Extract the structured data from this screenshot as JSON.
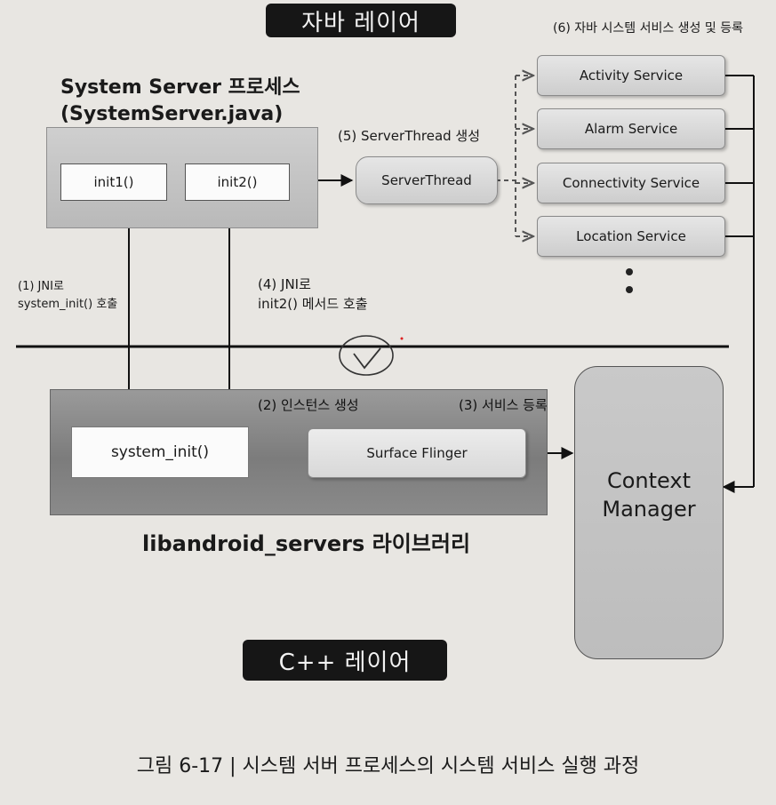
{
  "java_layer_label": "자바 레이어",
  "cpp_layer_label": "C++ 레이어",
  "system_server": {
    "title_line1": "System Server 프로세스",
    "title_line2": "(SystemServer.java)",
    "init1": "init1()",
    "init2": "init2()"
  },
  "server_thread": {
    "step_label": "(5) ServerThread 생성",
    "box_label": "ServerThread"
  },
  "services": {
    "step_label": "(6) 자바 시스템 서비스 생성 및 등록",
    "items": [
      "Activity Service",
      "Alarm Service",
      "Connectivity Service",
      "Location Service"
    ]
  },
  "step1": {
    "line1": "(1) JNI로",
    "line2": "system_init() 호출"
  },
  "step4": {
    "line1": "(4) JNI로",
    "line2": "init2() 메서드 호출"
  },
  "libandroid": {
    "step2_label": "(2) 인스턴스 생성",
    "step3_label": "(3) 서비스 등록",
    "system_init": "system_init()",
    "surface_flinger": "Surface Flinger",
    "title": "libandroid_servers 라이브러리"
  },
  "context_manager": {
    "line1": "Context",
    "line2": "Manager"
  },
  "caption": "그림 6-17 | 시스템 서버 프로세스의 시스템 서비스 실행 과정",
  "colors": {
    "badge_bg": "#161616",
    "paper": "#e8e6e2",
    "arrow": "#111111"
  }
}
